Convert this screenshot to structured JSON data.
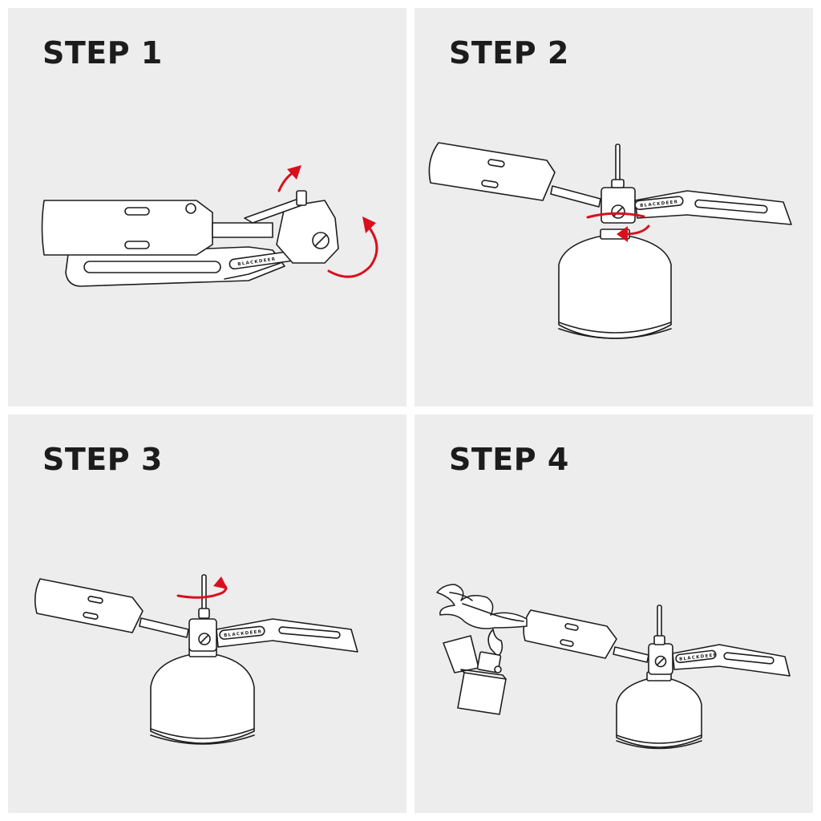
{
  "steps": [
    {
      "title": "STEP 1"
    },
    {
      "title": "STEP 2"
    },
    {
      "title": "STEP 3"
    },
    {
      "title": "STEP 4"
    }
  ],
  "brand": "BLACKDEER",
  "colors": {
    "panel": "#ededed",
    "accent": "#d90f1e",
    "text": "#1c1c1c",
    "line": "#1e1e1e"
  },
  "icons": [
    "rotate-arrow-icon",
    "torch-icon",
    "gas-canister-icon",
    "lighter-icon",
    "flame-icon"
  ]
}
